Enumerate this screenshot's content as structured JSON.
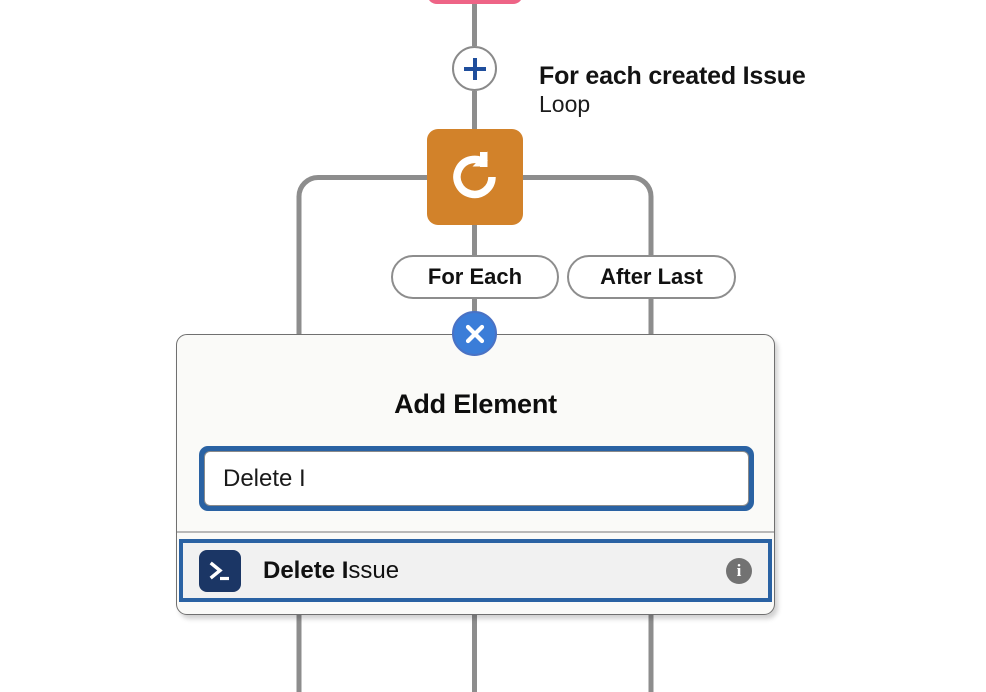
{
  "canvas": {
    "nodes": {
      "pink_node": {
        "name": "previous-step-node",
        "color": "#ee6486"
      },
      "add_button": {
        "icon": "plus-icon",
        "color": "#1f4e9c"
      },
      "loop_node": {
        "icon": "loop-refresh-icon",
        "color": "#d2822a",
        "title": "For each created Issue",
        "subtitle": "Loop"
      },
      "branches": [
        {
          "label": "For Each"
        },
        {
          "label": "After Last"
        }
      ]
    }
  },
  "dialog": {
    "close_icon": "close-x-icon",
    "close_color": "#3b7dd8",
    "title": "Add Element",
    "search": {
      "value": "Delete I",
      "placeholder": "",
      "focus_color": "#2a62a3"
    },
    "results": [
      {
        "icon": "terminal-icon",
        "icon_color": "#1b3665",
        "match_text": "Delete I",
        "rest_text": "ssue",
        "info_icon": "info-icon",
        "selected": true
      }
    ]
  }
}
